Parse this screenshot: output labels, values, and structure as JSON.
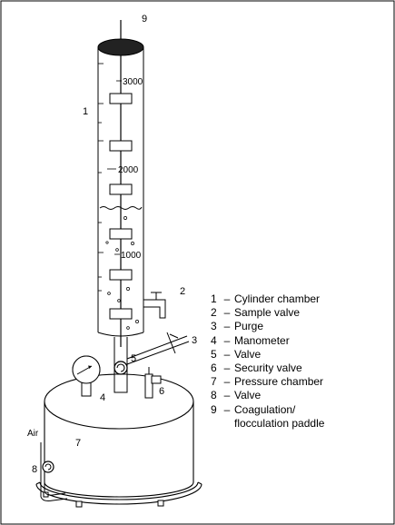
{
  "scale": {
    "tick_3000": "3000",
    "tick_2000": "2000",
    "tick_1000": "1000"
  },
  "callouts": {
    "n1": "1",
    "n2": "2",
    "n3": "3",
    "n4": "4",
    "n5": "5",
    "n6": "6",
    "n7": "7",
    "n8": "8",
    "n9": "9"
  },
  "air_label": "Air",
  "legend": [
    {
      "num": "1",
      "dash": "–",
      "text": "Cylinder chamber"
    },
    {
      "num": "2",
      "dash": "–",
      "text": "Sample valve"
    },
    {
      "num": "3",
      "dash": "–",
      "text": "Purge"
    },
    {
      "num": "4",
      "dash": "–",
      "text": "Manometer"
    },
    {
      "num": "5",
      "dash": "–",
      "text": "Valve"
    },
    {
      "num": "6",
      "dash": "–",
      "text": "Security valve"
    },
    {
      "num": "7",
      "dash": "–",
      "text": "Pressure chamber"
    },
    {
      "num": "8",
      "dash": "–",
      "text": "Valve"
    },
    {
      "num": "9",
      "dash": "–",
      "text": "Coagulation/"
    }
  ],
  "legend_continuation": "flocculation paddle"
}
